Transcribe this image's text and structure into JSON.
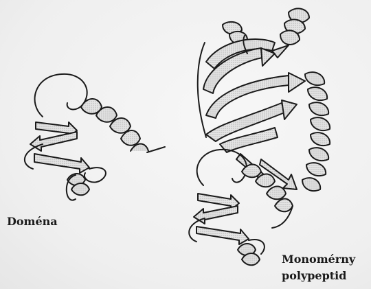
{
  "labels": {
    "domain": "Doména",
    "polypeptide_line1": "Monomérny",
    "polypeptide_line2": "polypeptid"
  },
  "colors": {
    "ribbon_fill": "#d9d9d9",
    "ribbon_stroke": "#1a1a1a",
    "background": "#efefef"
  }
}
